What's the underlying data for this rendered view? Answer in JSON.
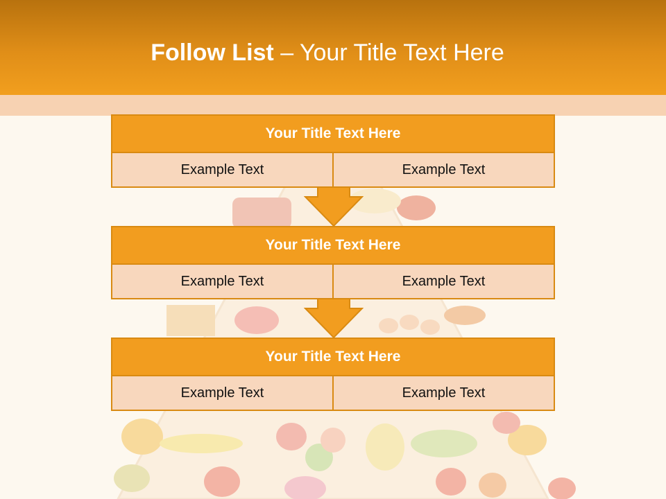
{
  "slide": {
    "title_bold": "Follow List",
    "title_rest": "– Your Title Text Here"
  },
  "blocks": [
    {
      "title": "Your Title Text Here",
      "left": "Example Text",
      "right": "Example Text"
    },
    {
      "title": "Your Title Text Here",
      "left": "Example Text",
      "right": "Example Text"
    },
    {
      "title": "Your Title Text Here",
      "left": "Example Text",
      "right": "Example Text"
    }
  ],
  "colors": {
    "header": "#e08e18",
    "block_title": "#f29d1f",
    "cell": "#f8d7bd",
    "border": "#d98a12",
    "background": "#fdf8ef"
  }
}
